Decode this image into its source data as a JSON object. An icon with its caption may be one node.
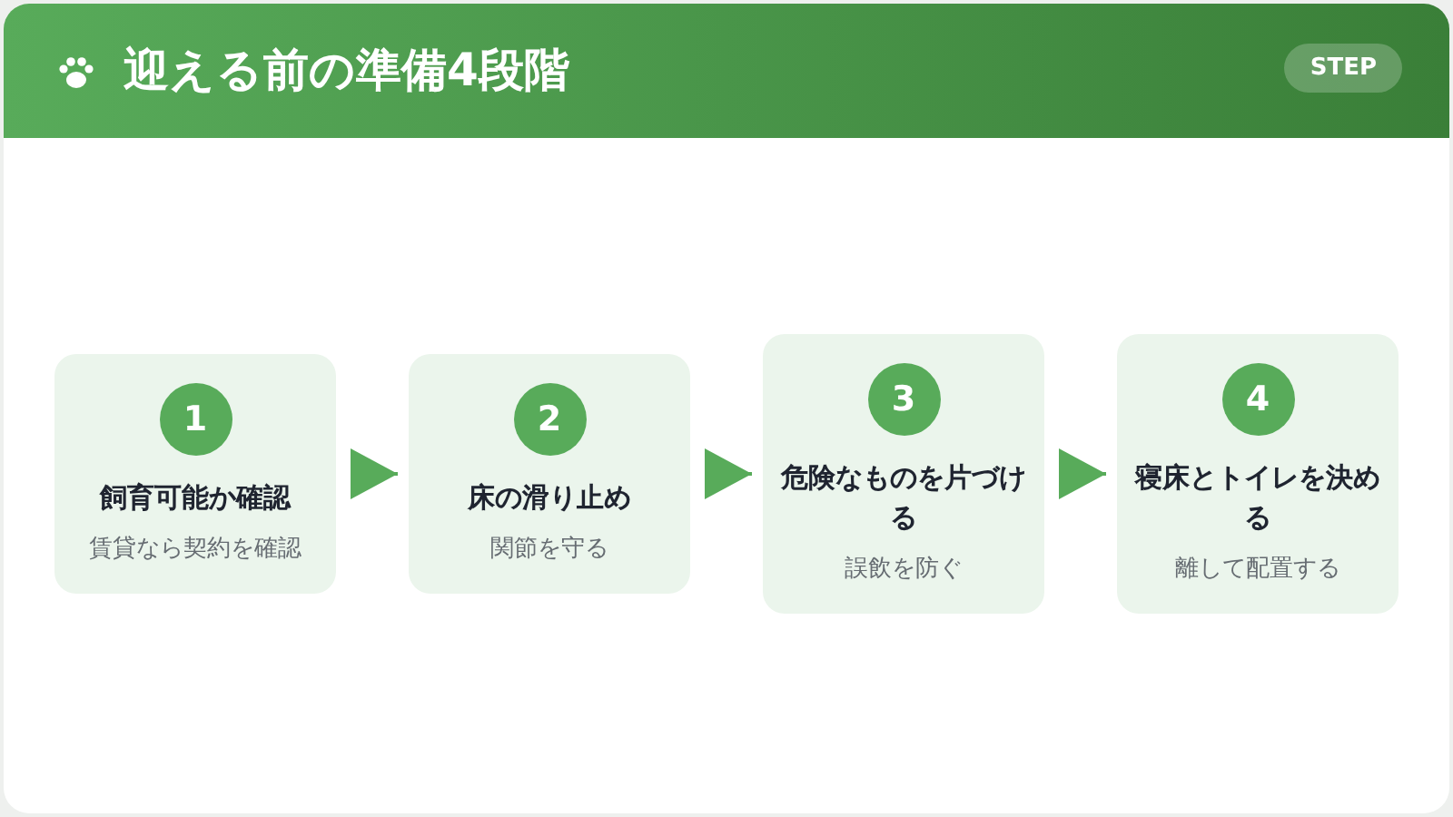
{
  "diagram": {
    "title": "迎える前の準備4段階",
    "nodes": [
      {
        "text": [
          "1",
          "飼育可能か確認",
          "賃貸なら契約を確認"
        ]
      },
      {
        "text": [
          "2",
          "床の滑り止め",
          "関節を守る"
        ]
      },
      {
        "text": [
          "3",
          "危険なものを片づける",
          "誤飲を防ぐ"
        ]
      },
      {
        "text": [
          "4",
          "寝床とトイレを決める",
          "離して配置する"
        ]
      }
    ],
    "edges": [
      {
        "from": 0,
        "to": 1,
        "arrow": "to"
      },
      {
        "from": 1,
        "to": 2,
        "arrow": "to"
      },
      {
        "from": 2,
        "to": 3,
        "arrow": "to"
      }
    ],
    "labels": [
      "STEP"
    ]
  }
}
